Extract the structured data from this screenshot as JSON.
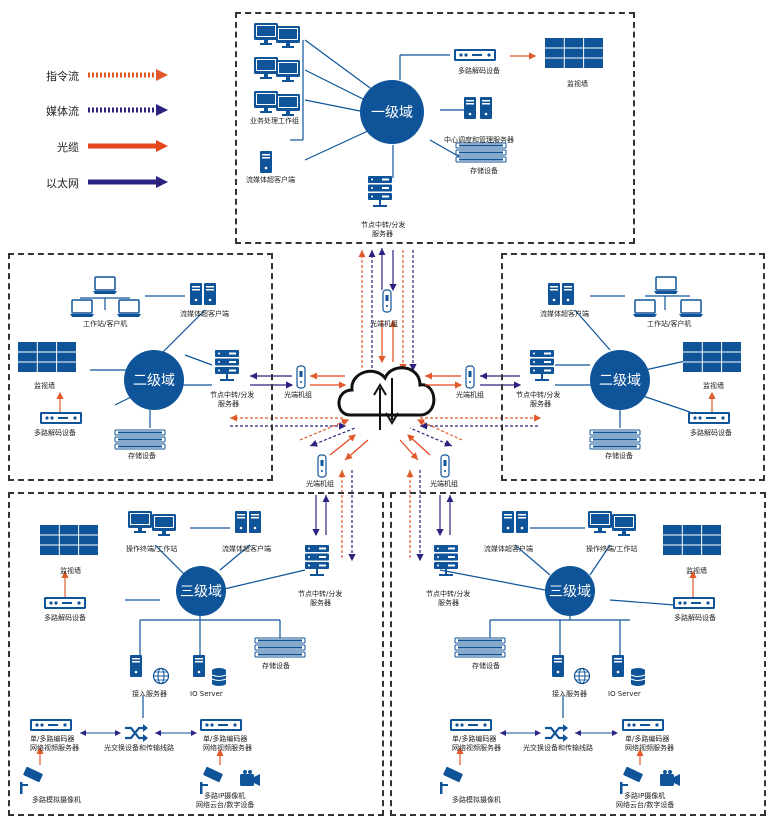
{
  "legend": {
    "command_flow": "指令流",
    "media_flow": "媒体流",
    "fiber": "光缆",
    "ethernet": "以太网"
  },
  "colors": {
    "device_blue": "#0f5499",
    "command_flow": "#e05a2b",
    "media_flow": "#2c2380",
    "fiber": "#e5461c",
    "ethernet": "#2c2380"
  },
  "top": {
    "domain": "一级域",
    "workstation_group": "业务处理工作组",
    "media_client": "流媒体超客户端",
    "relay_server_line1": "节点中转/分发",
    "relay_server_line2": "服务器",
    "decoder": "多路解码设备",
    "video_wall": "监视墙",
    "dispatch_server": "中心调度和管理服务器",
    "storage": "存储设备"
  },
  "optical_top": "光端机组",
  "optical_left": "光端机组",
  "optical_right": "光端机组",
  "optical_bottom_left": "光端机组",
  "optical_bottom_right": "光端机组",
  "left": {
    "domain": "二级域",
    "workstation": "工作站/客户机",
    "media_client": "流媒体超客户端",
    "video_wall": "监视墙",
    "relay_line1": "节点中转/分发",
    "relay_line2": "服务器",
    "decoder": "多路解码设备",
    "storage": "存储设备"
  },
  "right": {
    "domain": "二级域",
    "media_client": "流媒体超客户端",
    "workstation": "工作站/客户机",
    "video_wall": "监视墙",
    "relay_line1": "节点中转/分发",
    "relay_line2": "服务器",
    "decoder": "多路解码设备",
    "storage": "存储设备"
  },
  "bottom_left": {
    "domain": "三级域",
    "terminal": "操作终端/工作站",
    "media_client": "流媒体超客户端",
    "video_wall": "监视墙",
    "decoder": "多路解码设备",
    "relay_line1": "节点中转/分发",
    "relay_line2": "服务器",
    "storage": "存储设备",
    "access_server": "接入服务器",
    "io_server": "IO Server",
    "encoder_line1": "单/多路编码器",
    "encoder_line2": "网络视频服务器",
    "encoder2_line1": "单/多路编码器",
    "encoder2_line2": "网络视频服务器",
    "switch": "光交换设备和传输线路",
    "analog_cam": "多路模拟摄像机",
    "ip_cam_line1": "多路IP摄像机",
    "ip_cam_line2": "网络云台/数字设备"
  },
  "bottom_right": {
    "domain": "三级域",
    "media_client": "流媒体超客户端",
    "terminal": "操作终端/工作站",
    "video_wall": "监视墙",
    "decoder": "多路解码设备",
    "relay_line1": "节点中转/分发",
    "relay_line2": "服务器",
    "storage": "存储设备",
    "access_server": "接入服务器",
    "io_server": "IO Server",
    "encoder_line1": "单/多路编码器",
    "encoder_line2": "网络视频服务器",
    "encoder2_line1": "单/多路编码器",
    "encoder2_line2": "网络视频服务器",
    "switch": "光交换设备和传输线路",
    "analog_cam": "多路模拟摄像机",
    "ip_cam_line1": "多路IP摄像机",
    "ip_cam_line2": "网络云台/数字设备"
  }
}
